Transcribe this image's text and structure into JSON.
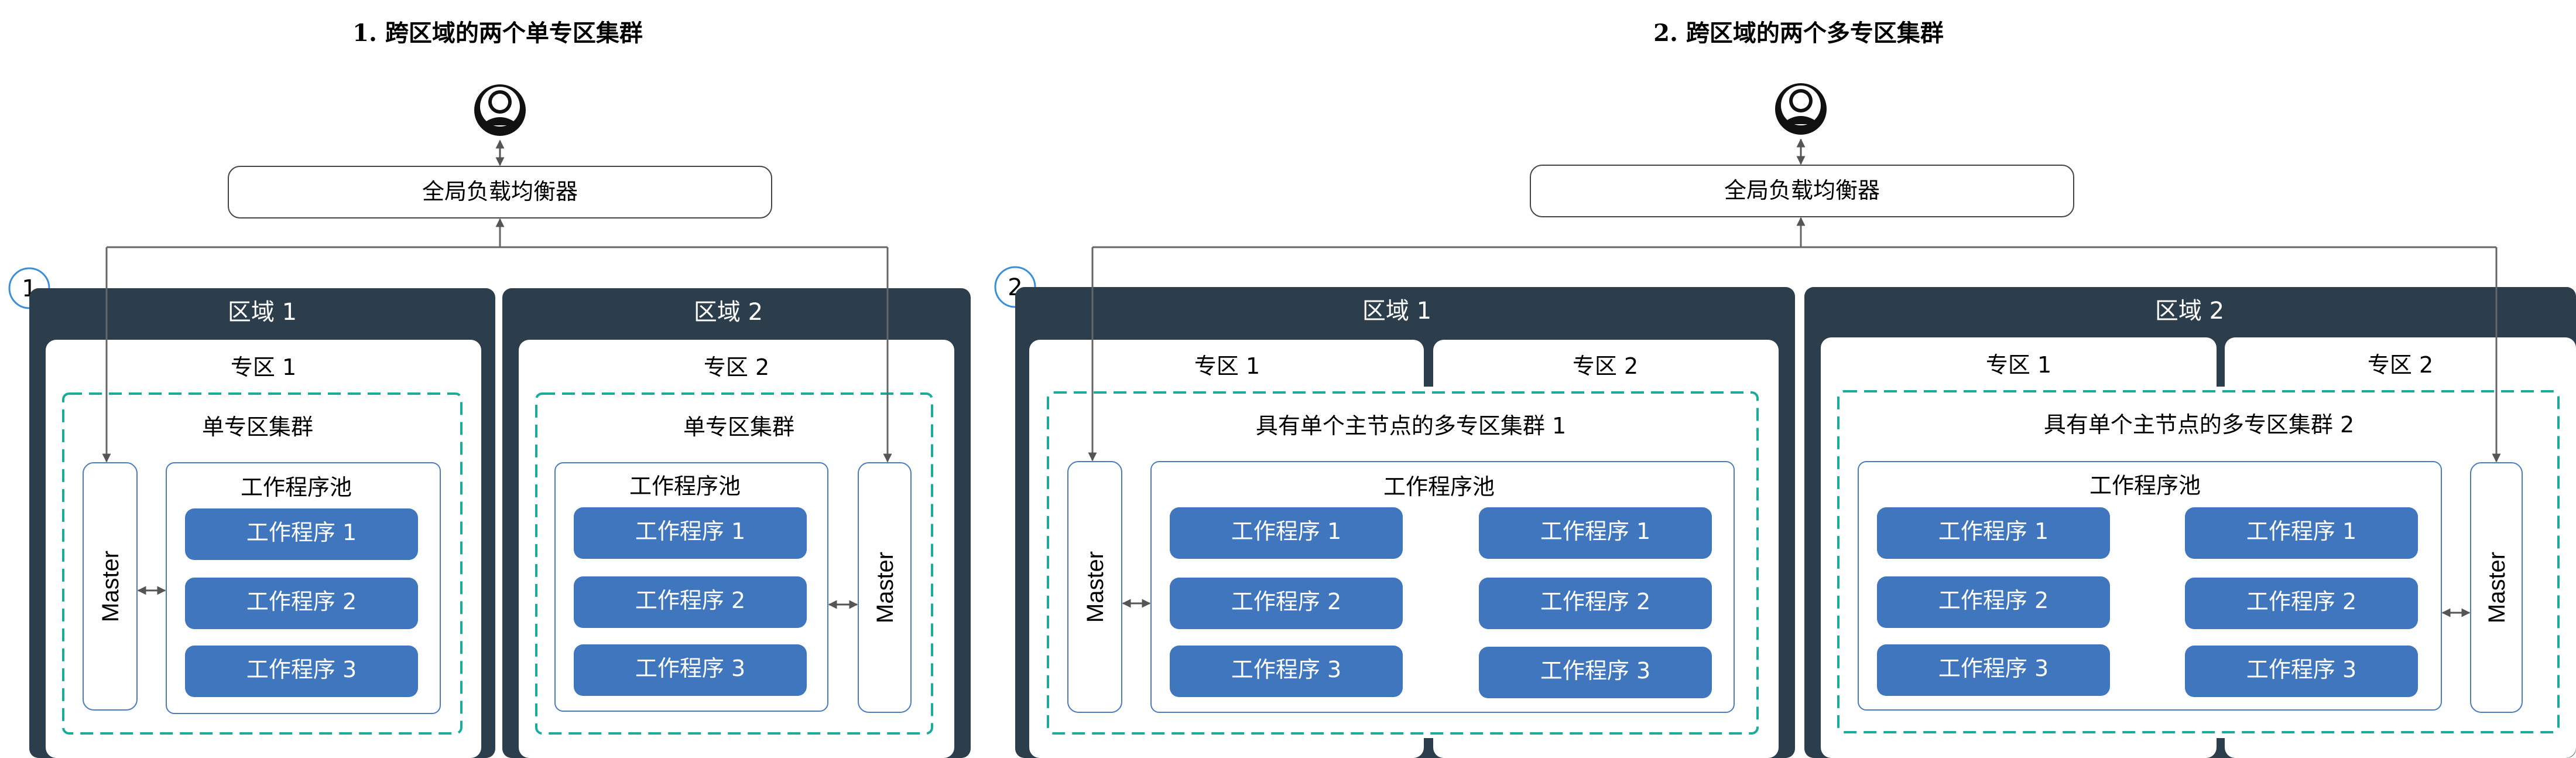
{
  "diagram": {
    "title_left": "1. 跨区域的两个单专区集群",
    "title_right": "2. 跨区域的两个多专区集群",
    "load_balancer": "全局负载均衡器",
    "badge_left": "1",
    "badge_right": "2",
    "region_1": "区域  1",
    "region_2": "区域  2",
    "zone_1": "专区  1",
    "zone_2": "专区  2",
    "single_zone_cluster": "单专区集群",
    "multi_zone_cluster_1": "具有单个主节点的多专区集群  1",
    "multi_zone_cluster_2": "具有单个主节点的多专区集群  2",
    "worker_pool": "工作程序池",
    "worker_1": "工作程序  1",
    "worker_2": "工作程序  2",
    "worker_3": "工作程序  3",
    "master": "Master",
    "user_icon": "user-icon",
    "colors": {
      "region_fill": "#2c3e4c",
      "zone_fill": "#ffffff",
      "cluster_border": "#1aab9b",
      "pool_border": "#4a7bbf",
      "worker_fill": "#3f76bd",
      "line": "#666666"
    }
  }
}
